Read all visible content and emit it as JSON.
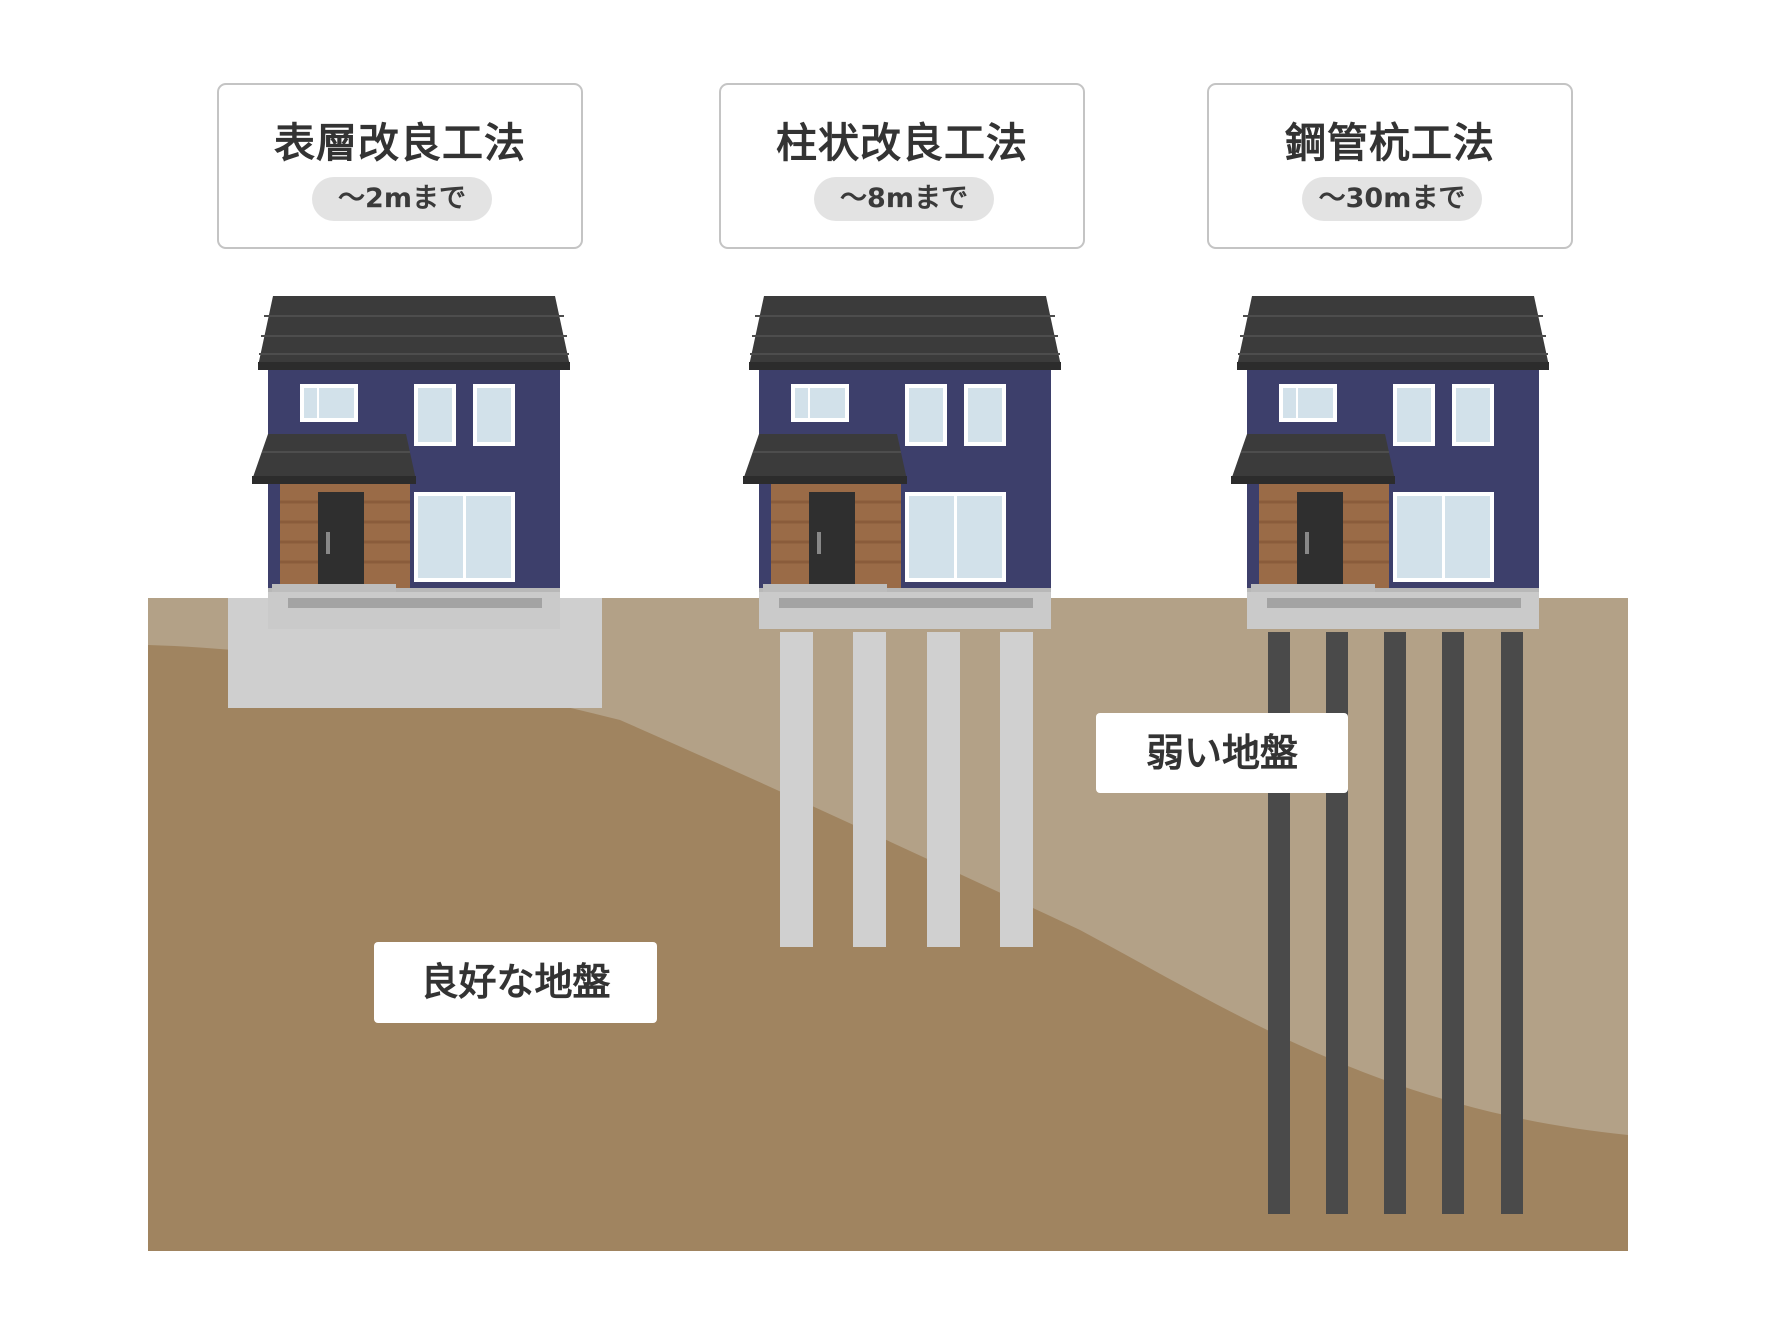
{
  "methods": [
    {
      "name": "表層改良工法",
      "depth": "～2mまで"
    },
    {
      "name": "柱状改良工法",
      "depth": "～8mまで"
    },
    {
      "name": "鋼管杭工法",
      "depth": "～30mまで"
    }
  ],
  "ground_labels": {
    "weak": "弱い地盤",
    "good": "良好な地盤"
  },
  "colors": {
    "weak_soil": "#b3a187",
    "good_soil": "#a08460",
    "house_wall": "#3d3f6b",
    "roof": "#3b3b3b",
    "window": "#d2e1ea",
    "window_frame": "#ffffff",
    "door": "#2f2f2f",
    "porch_wood": "#9a6b47",
    "foundation": "#cacaca",
    "foundation_dark": "#a3a3a3",
    "ground_improvement": "#cfcfcf",
    "soil_column": "#d0d0d0",
    "steel_pile": "#4a4a4a"
  }
}
